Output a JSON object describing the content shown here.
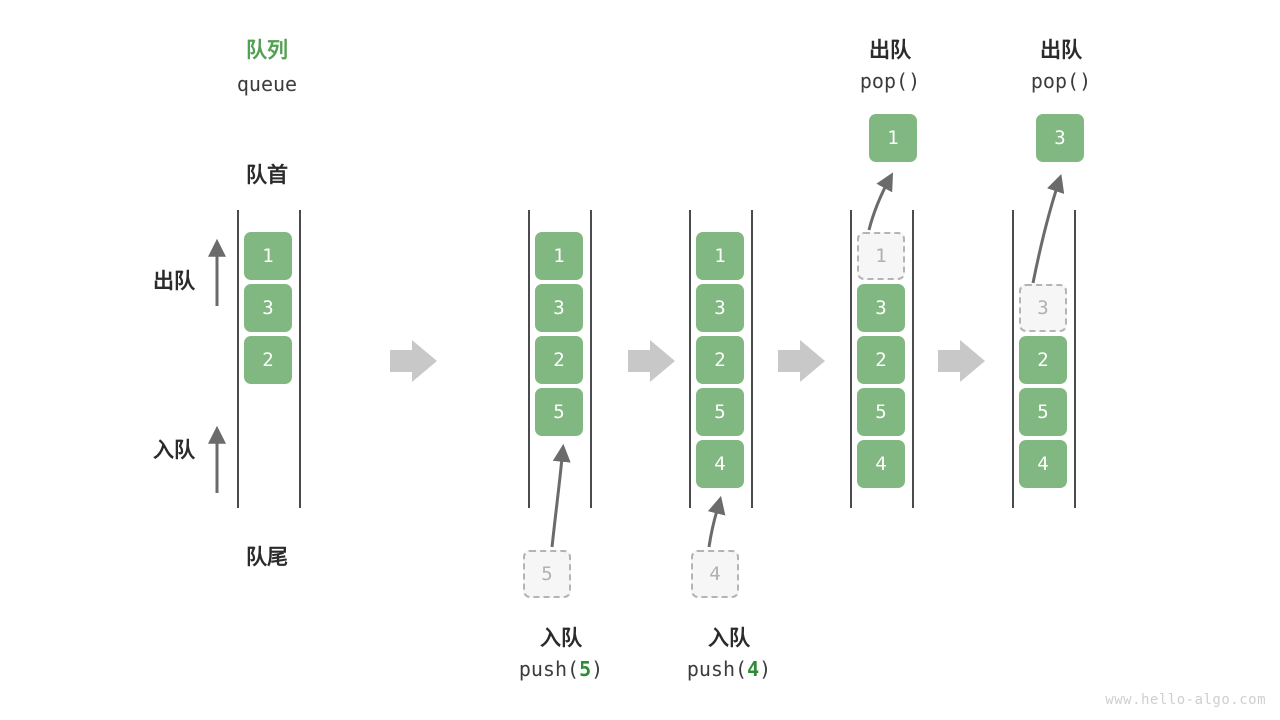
{
  "watermark": "www.hello-algo.com",
  "title": {
    "cn": "队列",
    "en": "queue"
  },
  "labels": {
    "front": "队首",
    "rear": "队尾",
    "dequeue": "出队",
    "enqueue": "入队"
  },
  "colors": {
    "element": "#81b881",
    "accent": "#52a052",
    "ghost_fill": "#f6f6f6",
    "ghost_border": "#b4b4b4",
    "rail": "#4a4a4f",
    "arrow": "#6b6b6b",
    "step_arrow": "#c8c8c8",
    "text": "#2b2b2b",
    "watermark": "#cfcfcf"
  },
  "stages": [
    {
      "id": "initial",
      "elements": [
        "1",
        "3",
        "2"
      ],
      "ghost_index": -1,
      "ghost_value": "",
      "caption_cn": "",
      "caption_code_prefix": "",
      "caption_code_arg": "",
      "caption_code_suffix": "",
      "popped_value": "",
      "pending_value": ""
    },
    {
      "id": "push-5",
      "elements": [
        "1",
        "3",
        "2",
        "5"
      ],
      "ghost_index": -1,
      "ghost_value": "",
      "caption_cn": "入队",
      "caption_code_prefix": "push(",
      "caption_code_arg": "5",
      "caption_code_suffix": ")",
      "popped_value": "",
      "pending_value": "5"
    },
    {
      "id": "push-4",
      "elements": [
        "1",
        "3",
        "2",
        "5",
        "4"
      ],
      "ghost_index": -1,
      "ghost_value": "",
      "caption_cn": "入队",
      "caption_code_prefix": "push(",
      "caption_code_arg": "4",
      "caption_code_suffix": ")",
      "popped_value": "",
      "pending_value": "4"
    },
    {
      "id": "pop-1",
      "elements": [
        "1",
        "3",
        "2",
        "5",
        "4"
      ],
      "ghost_index": 0,
      "ghost_value": "1",
      "caption_cn": "出队",
      "caption_code_prefix": "pop(",
      "caption_code_arg": "",
      "caption_code_suffix": ")",
      "popped_value": "1",
      "pending_value": ""
    },
    {
      "id": "pop-3",
      "elements": [
        "",
        "3",
        "2",
        "5",
        "4"
      ],
      "ghost_index": 1,
      "ghost_value": "3",
      "caption_cn": "出队",
      "caption_code_prefix": "pop(",
      "caption_code_arg": "",
      "caption_code_suffix": ")",
      "popped_value": "3",
      "pending_value": ""
    }
  ],
  "step_arrows": [
    "step-arrow-1",
    "step-arrow-2",
    "step-arrow-3",
    "step-arrow-4"
  ]
}
